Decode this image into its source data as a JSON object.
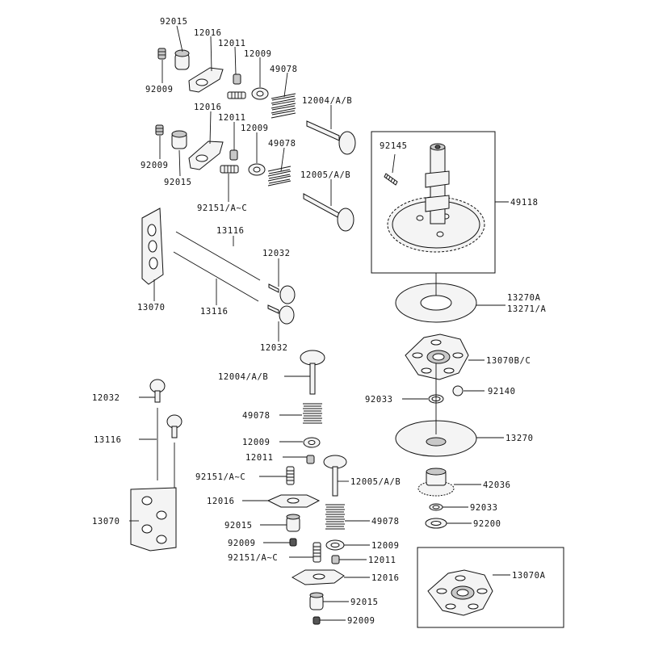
{
  "callouts": [
    {
      "id": "c1",
      "text": "92015"
    },
    {
      "id": "c2",
      "text": "12016"
    },
    {
      "id": "c3",
      "text": "12011"
    },
    {
      "id": "c4",
      "text": "12009"
    },
    {
      "id": "c5",
      "text": "49078"
    },
    {
      "id": "c6",
      "text": "92009"
    },
    {
      "id": "c7",
      "text": "12004/A/B"
    },
    {
      "id": "c8",
      "text": "12016"
    },
    {
      "id": "c9",
      "text": "12011"
    },
    {
      "id": "c10",
      "text": "12009"
    },
    {
      "id": "c11",
      "text": "49078"
    },
    {
      "id": "c12",
      "text": "92009"
    },
    {
      "id": "c13",
      "text": "92015"
    },
    {
      "id": "c14",
      "text": "12005/A/B"
    },
    {
      "id": "c15",
      "text": "92151/A~C"
    },
    {
      "id": "c16",
      "text": "92145"
    },
    {
      "id": "c17",
      "text": "49118"
    },
    {
      "id": "c18",
      "text": "13116"
    },
    {
      "id": "c19",
      "text": "12032"
    },
    {
      "id": "c20",
      "text": "13070"
    },
    {
      "id": "c21",
      "text": "13116"
    },
    {
      "id": "c22",
      "text": "12032"
    },
    {
      "id": "c23",
      "text": "13270A"
    },
    {
      "id": "c24",
      "text": "13271/A"
    },
    {
      "id": "c25",
      "text": "13070B/C"
    },
    {
      "id": "c26",
      "text": "12004/A/B"
    },
    {
      "id": "c27",
      "text": "12032"
    },
    {
      "id": "c28",
      "text": "92033"
    },
    {
      "id": "c29",
      "text": "92140"
    },
    {
      "id": "c30",
      "text": "49078"
    },
    {
      "id": "c31",
      "text": "13116"
    },
    {
      "id": "c32",
      "text": "12009"
    },
    {
      "id": "c33",
      "text": "13270"
    },
    {
      "id": "c34",
      "text": "12011"
    },
    {
      "id": "c35",
      "text": "92151/A~C"
    },
    {
      "id": "c36",
      "text": "12005/A/B"
    },
    {
      "id": "c37",
      "text": "42036"
    },
    {
      "id": "c38",
      "text": "12016"
    },
    {
      "id": "c39",
      "text": "92033"
    },
    {
      "id": "c40",
      "text": "49078"
    },
    {
      "id": "c41",
      "text": "13070"
    },
    {
      "id": "c42",
      "text": "92015"
    },
    {
      "id": "c43",
      "text": "92200"
    },
    {
      "id": "c44",
      "text": "92009"
    },
    {
      "id": "c45",
      "text": "12009"
    },
    {
      "id": "c46",
      "text": "92151/A~C"
    },
    {
      "id": "c47",
      "text": "12011"
    },
    {
      "id": "c48",
      "text": "12016"
    },
    {
      "id": "c49",
      "text": "13070A"
    },
    {
      "id": "c50",
      "text": "92015"
    },
    {
      "id": "c51",
      "text": "92009"
    }
  ]
}
